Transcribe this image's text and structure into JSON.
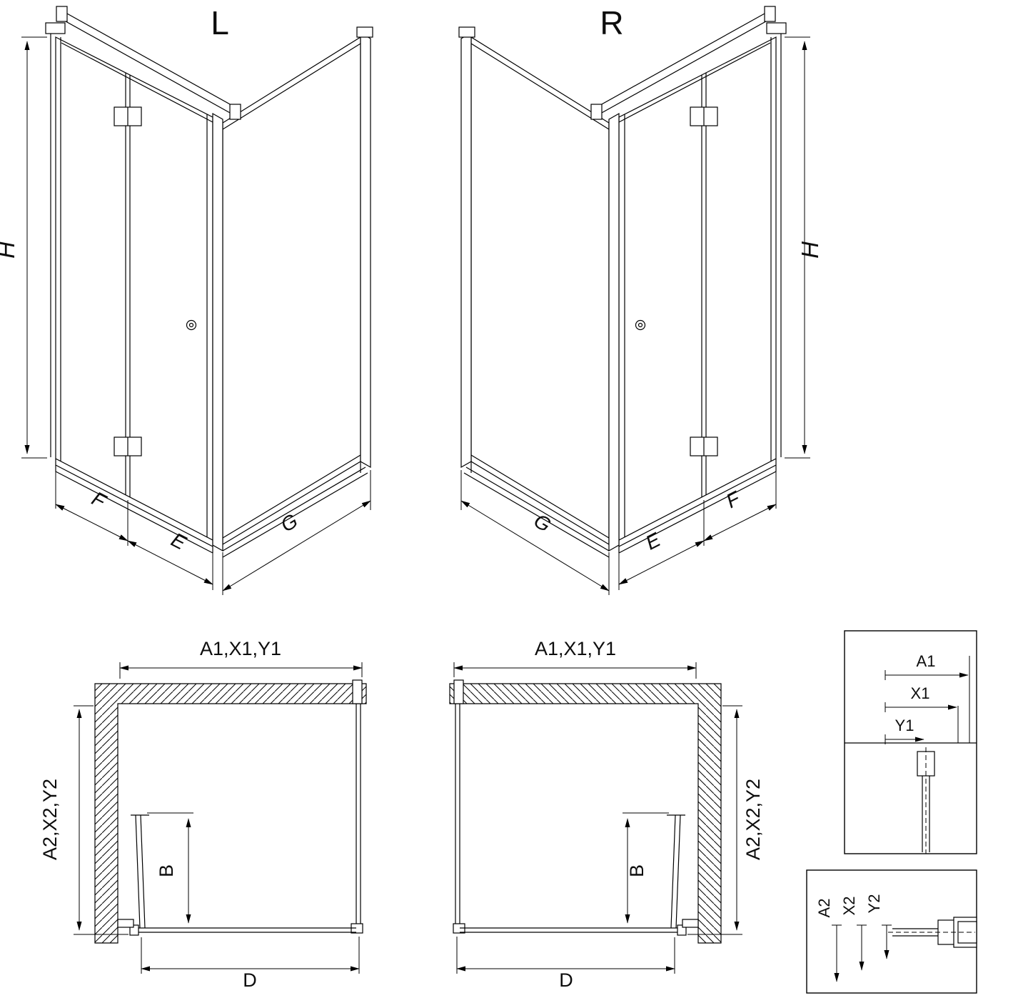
{
  "drawing": {
    "iso_left": {
      "title": "L",
      "h": "H",
      "f": "F",
      "e": "E",
      "g": "G"
    },
    "iso_right": {
      "title": "R",
      "h": "H",
      "f": "F",
      "e": "E",
      "g": "G"
    },
    "plan_left": {
      "width": "A1,X1,Y1",
      "depth": "A2,X2,Y2",
      "b": "B",
      "d": "D"
    },
    "plan_right": {
      "width": "A1,X1,Y1",
      "depth": "A2,X2,Y2",
      "b": "B",
      "d": "D"
    },
    "detail_horizontal": {
      "a1": "A1",
      "x1": "X1",
      "y1": "Y1"
    },
    "detail_vertical": {
      "a2": "A2",
      "x2": "X2",
      "y2": "Y2"
    }
  }
}
